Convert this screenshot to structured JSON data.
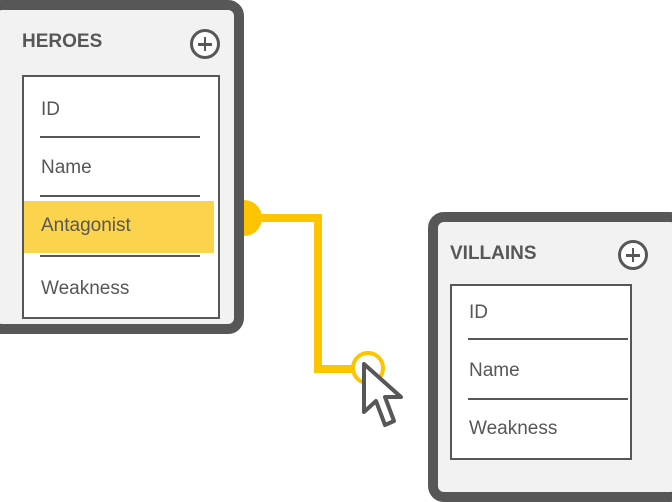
{
  "heroes_table": {
    "title": "HEROES",
    "fields": [
      "ID",
      "Name",
      "Antagonist",
      "Weakness"
    ],
    "highlighted_field": "Antagonist"
  },
  "villains_table": {
    "title": "VILLAINS",
    "fields": [
      "ID",
      "Name",
      "Weakness"
    ]
  },
  "colors": {
    "frame": "#575757",
    "card_background": "#f2f2f2",
    "highlight": "#fcd34d",
    "connector": "#fdc400"
  },
  "icons": {
    "add": "plus-circle-icon",
    "cursor": "mouse-pointer-icon"
  }
}
